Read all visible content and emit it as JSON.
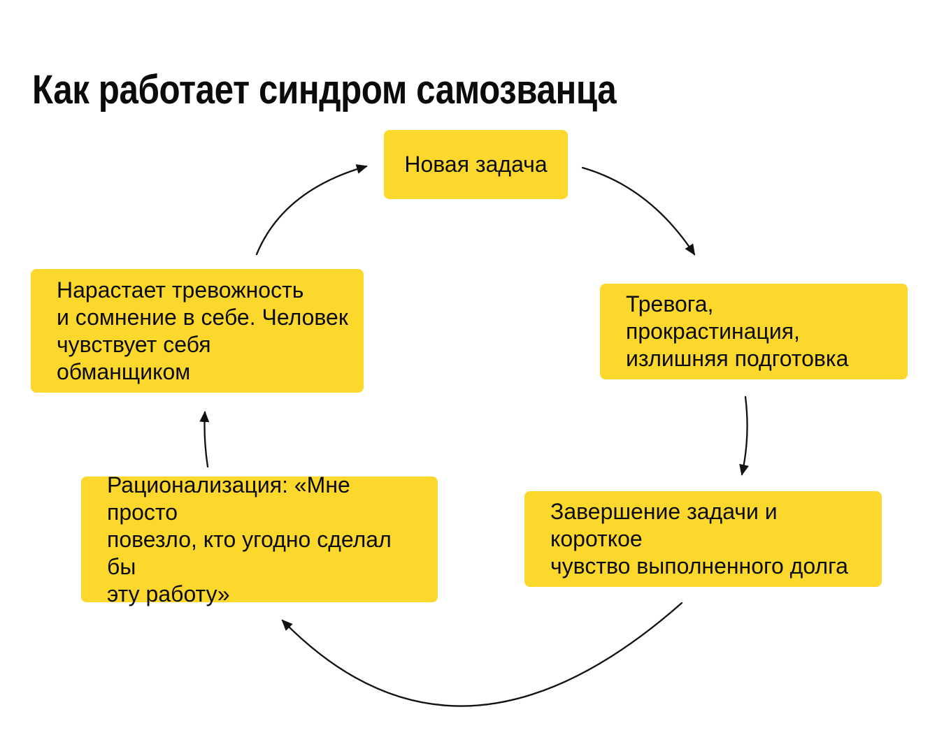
{
  "title": "Как работает синдром самозванца",
  "colors": {
    "background": "#ffffff",
    "node_fill": "#FCD82D",
    "text": "#0b0b0b",
    "arrow": "#111111"
  },
  "diagram": {
    "type": "cycle",
    "nodes": [
      {
        "id": "new-task",
        "text": "Новая задача"
      },
      {
        "id": "anxiety-procrastination",
        "text": "Тревога, прокрастинация,\nизлишняя подготовка"
      },
      {
        "id": "task-completion",
        "text": "Завершение задачи и короткое\nчувство выполненного долга"
      },
      {
        "id": "rationalization",
        "text": "Рационализация: «Мне просто\nповезло, кто угодно сделал бы\nэту работу»"
      },
      {
        "id": "growing-anxiety",
        "text": "Нарастает тревожность\nи сомнение в себе. Человек\nчувствует себя обманщиком"
      }
    ],
    "edges": [
      {
        "from": "new-task",
        "to": "anxiety-procrastination"
      },
      {
        "from": "anxiety-procrastination",
        "to": "task-completion"
      },
      {
        "from": "task-completion",
        "to": "rationalization"
      },
      {
        "from": "rationalization",
        "to": "growing-anxiety"
      },
      {
        "from": "growing-anxiety",
        "to": "new-task"
      }
    ]
  }
}
